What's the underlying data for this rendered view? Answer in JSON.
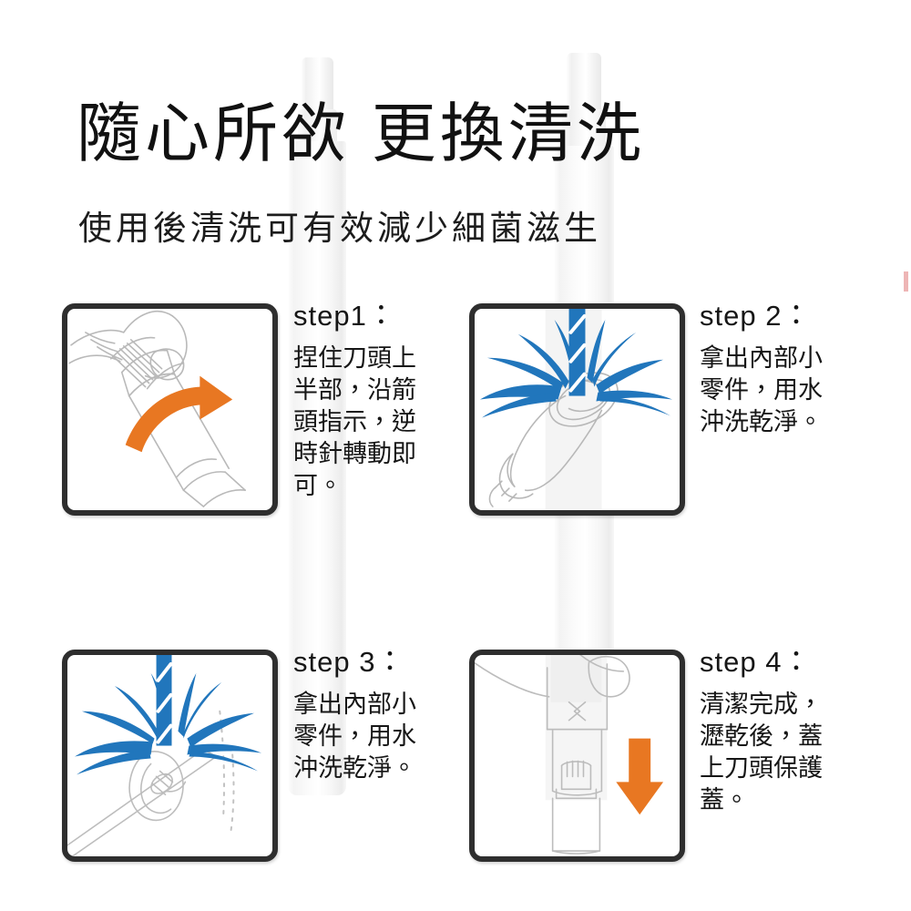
{
  "header": {
    "title": "隨心所欲 更換清洗",
    "subtitle": "使用後清洗可有效減少細菌滋生"
  },
  "colors": {
    "arrow_orange": "#E87722",
    "water_blue": "#2176BC",
    "panel_border": "#2E2E2E",
    "text": "#161616",
    "edge_mark_pink": "#E07878"
  },
  "steps": [
    {
      "label": "step1：",
      "description": "捏住刀頭上半部，沿箭頭指示，逆時針轉動即可。",
      "illustration": "hand-twisting-blade-head-with-counterclockwise-orange-arrow"
    },
    {
      "label": "step 2：",
      "description": "拿出內部小零件，用水沖洗乾淨。",
      "illustration": "water-stream-rinsing-blade-head"
    },
    {
      "label": "step 3：",
      "description": "拿出內部小零件，用水沖洗乾淨。",
      "illustration": "water-stream-rinsing-small-part"
    },
    {
      "label": "step 4：",
      "description": "清潔完成，瀝乾後，蓋上刀頭保護蓋。",
      "illustration": "attach-protective-cap-with-downward-orange-arrow"
    }
  ]
}
